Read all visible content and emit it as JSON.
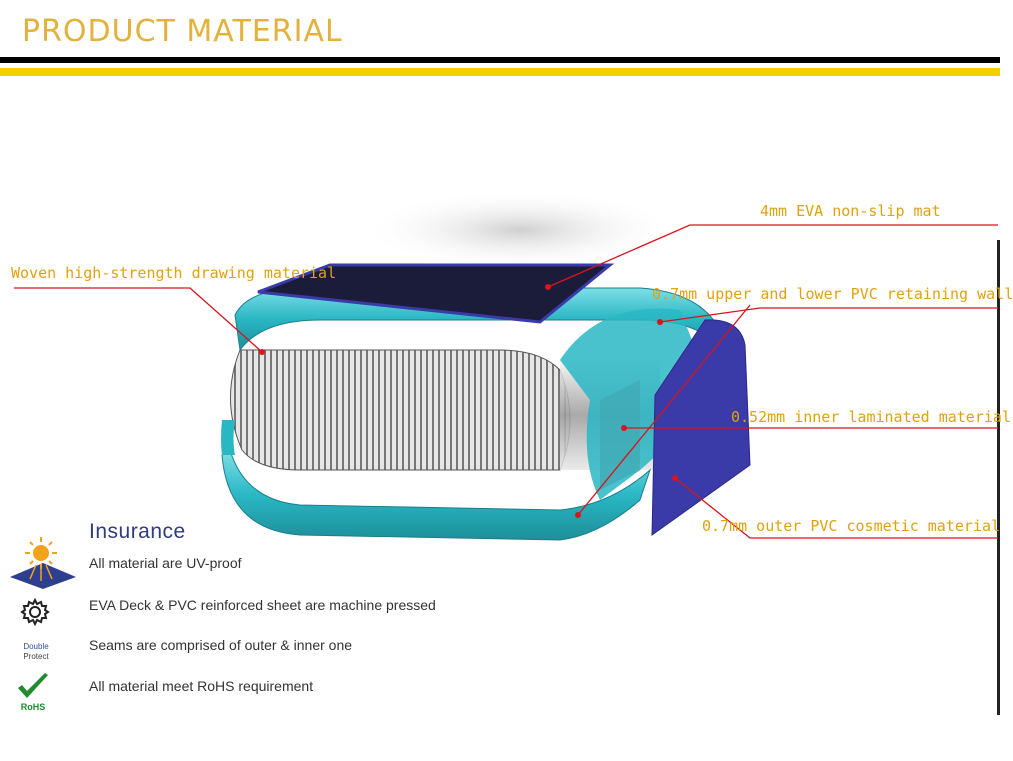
{
  "header": {
    "title": "PRODUCT MATERIAL"
  },
  "callouts": {
    "eva_mat": "4mm EVA non-slip mat",
    "woven": "Woven high-strength drawing material",
    "pvc_wall": "0.7mm upper and lower PVC retaining wall",
    "inner_laminated": "0.52mm inner laminated material",
    "outer_pvc": "0.7mm outer PVC cosmetic material"
  },
  "insurance": {
    "title": "Insurance",
    "items": [
      {
        "icon": "sun-icon",
        "text": "All material are UV-proof"
      },
      {
        "icon": "gear-icon",
        "text": "EVA Deck & PVC reinforced sheet are machine pressed"
      },
      {
        "icon": "double-protect-icon",
        "text": "Seams are comprised of outer & inner one",
        "icon_label_1": "Double",
        "icon_label_2": "Protect"
      },
      {
        "icon": "rohs-check-icon",
        "text": "All material meet RoHS requirement",
        "icon_label": "RoHS"
      }
    ]
  },
  "colors": {
    "title": "#e3b23c",
    "callout_text": "#e0a20e",
    "leader_line": "#d8141c",
    "teal": "#2ab7c4",
    "purple": "#3a3aa8"
  }
}
